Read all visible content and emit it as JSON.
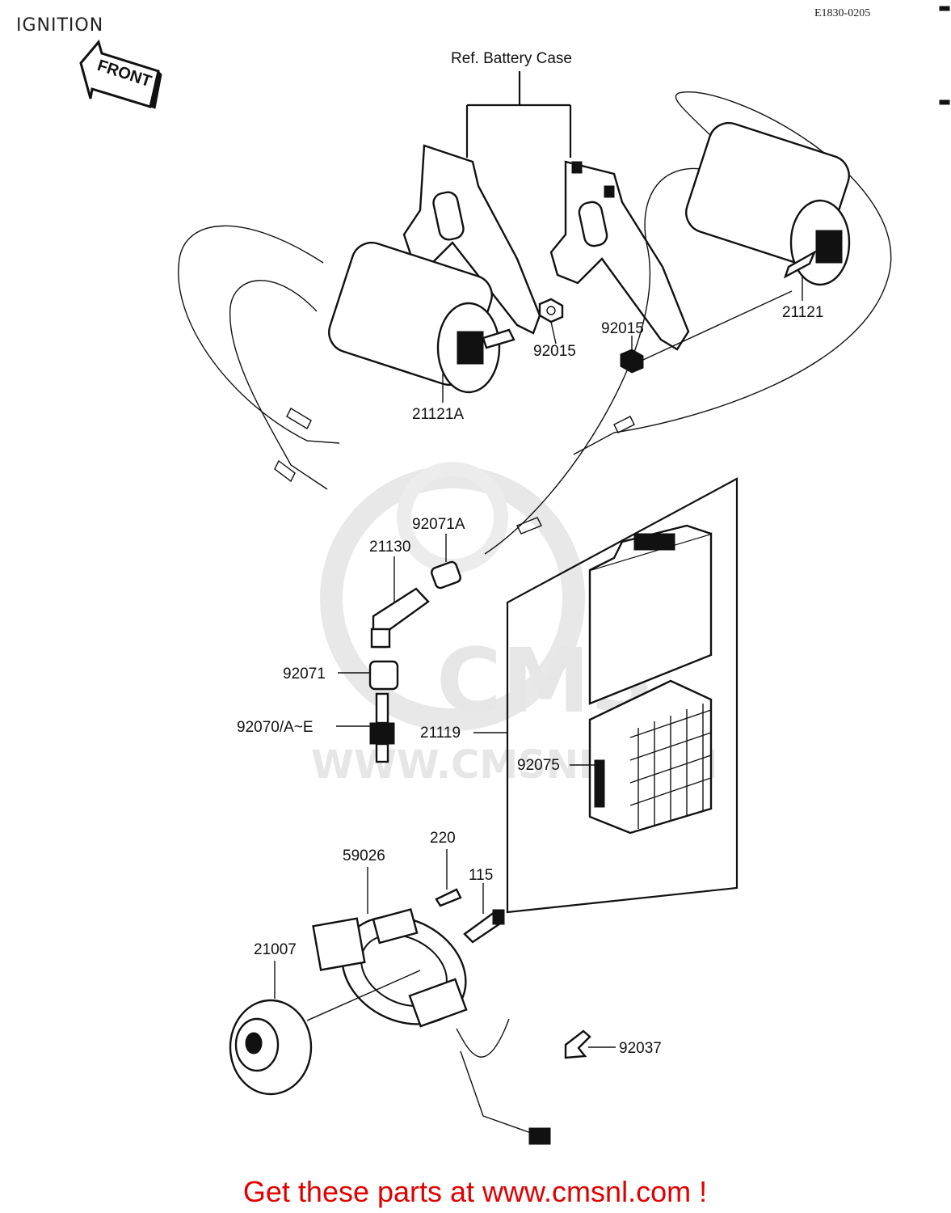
{
  "page_title": "IGNITION",
  "diagram_code": "E1830-0205",
  "front_label": "FRONT",
  "battery_ref_label": "Ref. Battery Case",
  "watermark": {
    "logo_text": "CMS",
    "url_text": "WWW.CMSNL.COM"
  },
  "part_labels": {
    "coil_right": "21121",
    "coil_left": "21121A",
    "nut_a": "92015",
    "nut_b": "92015",
    "cap_a": "92071A",
    "plug_cap": "21130",
    "cap": "92071",
    "spark_plug": "92070/A~E",
    "igniter": "21119",
    "cover": "92075",
    "bolt_220": "220",
    "bolt_115": "115",
    "pickup": "59026",
    "timing_rotor": "21007",
    "clamp": "92037"
  },
  "promo_text": "Get these parts at www.cmsnl.com !"
}
